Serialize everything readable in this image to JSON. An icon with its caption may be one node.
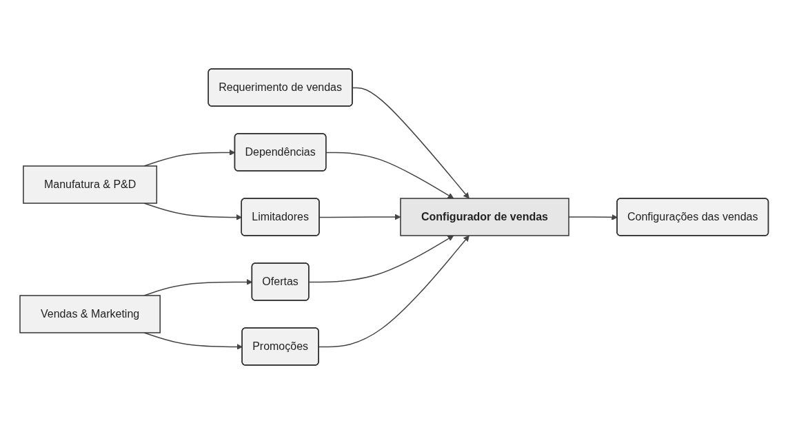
{
  "diagram": {
    "nodes": [
      {
        "text": [
          "Requerimento de vendas"
        ]
      },
      {
        "text": [
          "Dependências"
        ]
      },
      {
        "text": [
          "Ofertas"
        ]
      },
      {
        "text": [
          "Manufatura & P&D"
        ]
      },
      {
        "text": [
          "Configurador de vendas"
        ]
      },
      {
        "text": [
          "Vendas & Marketing"
        ]
      },
      {
        "text": [
          "Limitadores"
        ]
      },
      {
        "text": [
          "Promoções"
        ]
      },
      {
        "text": [
          "Configurações das vendas"
        ]
      }
    ],
    "edges": [
      {
        "from": 0,
        "to": 4,
        "arrow": "to"
      },
      {
        "from": 1,
        "to": 4,
        "arrow": "to"
      },
      {
        "from": 6,
        "to": 4,
        "arrow": "to"
      },
      {
        "from": 2,
        "to": 4,
        "arrow": "to"
      },
      {
        "from": 7,
        "to": 4,
        "arrow": "to"
      },
      {
        "from": 3,
        "to": 1,
        "arrow": "to"
      },
      {
        "from": 3,
        "to": 6,
        "arrow": "to"
      },
      {
        "from": 5,
        "to": 2,
        "arrow": "to"
      },
      {
        "from": 5,
        "to": 7,
        "arrow": "to"
      },
      {
        "from": 4,
        "to": 8,
        "arrow": "to"
      }
    ]
  }
}
